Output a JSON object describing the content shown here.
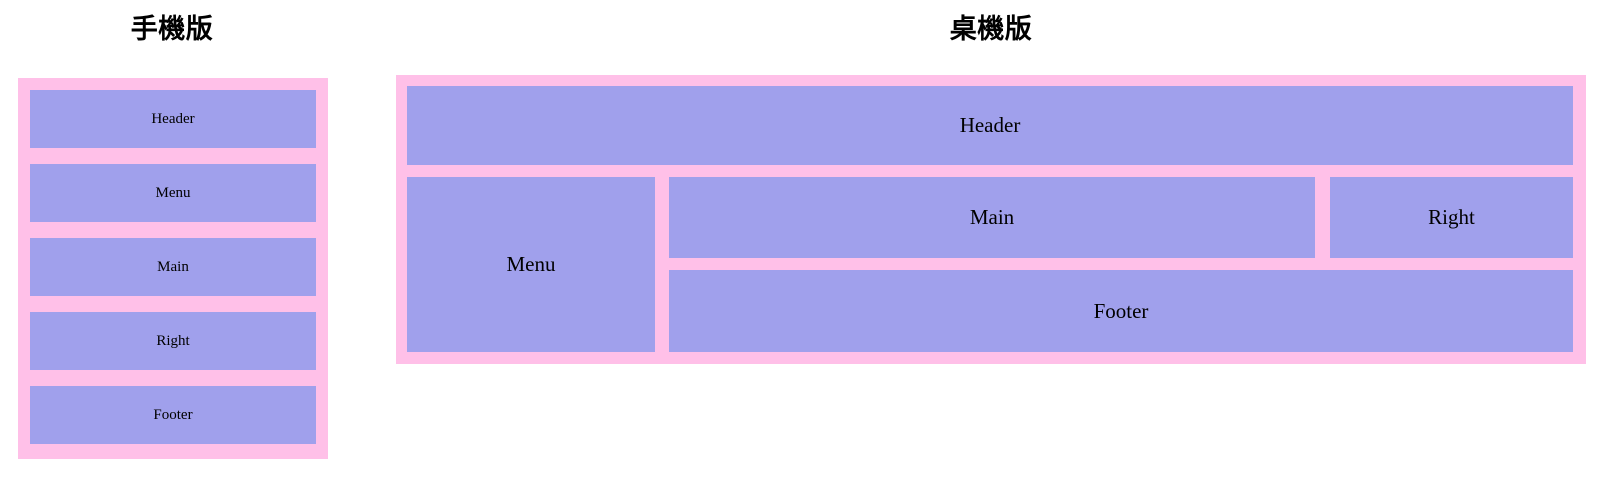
{
  "colors": {
    "frame": "#ffc0e8",
    "cell": "#a0a0ec",
    "text": "#000000",
    "background": "#ffffff"
  },
  "sections": {
    "mobile": {
      "title": "手機版",
      "layout_type": "stacked",
      "blocks": [
        {
          "label": "Header"
        },
        {
          "label": "Menu"
        },
        {
          "label": "Main"
        },
        {
          "label": "Right"
        },
        {
          "label": "Footer"
        }
      ]
    },
    "desktop": {
      "title": "桌機版",
      "layout_type": "grid",
      "blocks": [
        {
          "label": "Header"
        },
        {
          "label": "Menu"
        },
        {
          "label": "Main"
        },
        {
          "label": "Right"
        },
        {
          "label": "Footer"
        }
      ]
    }
  }
}
